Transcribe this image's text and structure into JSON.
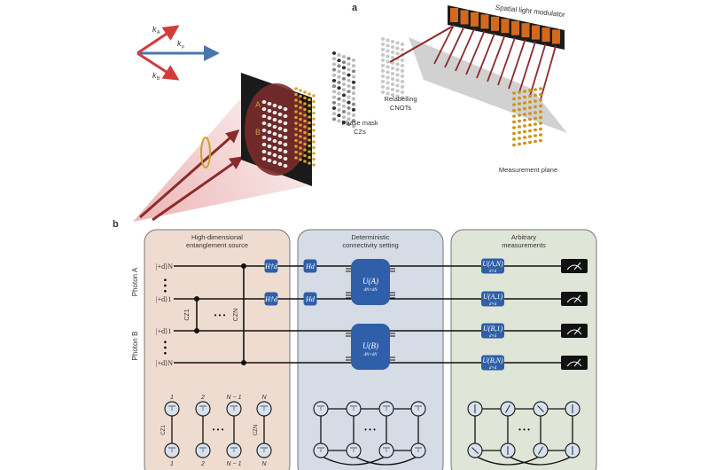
{
  "panel_a": {
    "label": "a",
    "vectors": {
      "k_a": "k",
      "k_a_sub": "A",
      "k_p": "k",
      "k_p_sub": "p",
      "k_b": "k",
      "k_b_sub": "B"
    },
    "screen_labels": {
      "a": "A",
      "b": "B"
    },
    "phase_mask": [
      "Phase mask",
      "CZs"
    ],
    "relabelling": [
      "Relabelling",
      "CNOTs"
    ],
    "slm": "Spatial light modulator",
    "measurement_plane": "Measurement plane"
  },
  "panel_b": {
    "label": "b",
    "sections": [
      {
        "title": [
          "High-dimensional",
          "entanglement source"
        ],
        "color": "#efdcd0"
      },
      {
        "title": [
          "Deterministic",
          "connectivity setting"
        ],
        "color": "#d6dce5"
      },
      {
        "title": [
          "Arbitrary",
          "measurements"
        ],
        "color": "#dfe5d7"
      }
    ],
    "photons": {
      "a": "Photon A",
      "b": "Photon B"
    },
    "kets": [
      "|+d⟩N",
      "|+d⟩1",
      "|+d⟩1",
      "|+d⟩N"
    ],
    "cz_labels": {
      "cz1": "CZ1",
      "czn": "CZN"
    },
    "gates": {
      "h_dagger": "H†d",
      "h": "Hd",
      "u_a": "U(A)",
      "u_b": "U(B)",
      "u_sub": "dN×dN",
      "meas": [
        "U(A,N)",
        "U(A,1)",
        "U(B,1)",
        "U(B,N)"
      ],
      "meas_sub": "d×d"
    },
    "graph_labels": {
      "top": [
        "1",
        "2",
        "N − 1",
        "N"
      ],
      "bottom": [
        "1",
        "2",
        "N − 1",
        "N"
      ],
      "cz1": "CZ1",
      "czn": "CZN"
    },
    "ellipsis": "• • •",
    "gate_color": "#2f5fa8"
  }
}
